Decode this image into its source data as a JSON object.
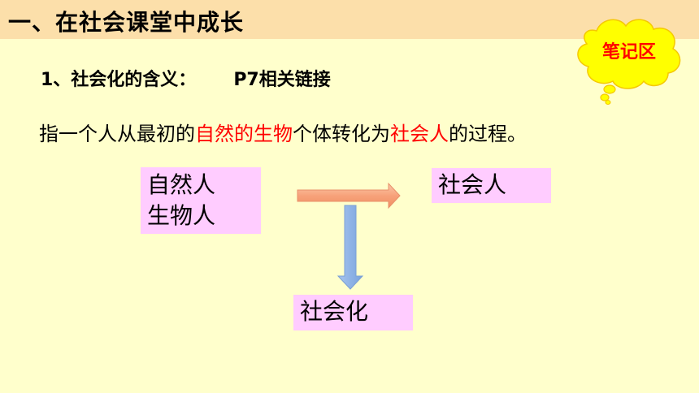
{
  "header": {
    "title": "一、在社会课堂中成长"
  },
  "note_badge": {
    "label": "笔记区",
    "icon": "thought-bubble-icon",
    "fill": "#ffff00",
    "text_color": "#ff0000"
  },
  "subtitle": {
    "heading": "1、社会化的含义：",
    "reference": "P7相关链接"
  },
  "definition": {
    "part1": "指一个人从最初的",
    "highlight1": "自然的生物",
    "part2": "个体转化为",
    "highlight2": "社会人",
    "part3": "的过程。"
  },
  "diagram": {
    "source_line1": "自然人",
    "source_line2": "生物人",
    "target": "社会人",
    "process": "社会化",
    "box_fill": "#ffccff",
    "right_arrow_icon": "arrow-right-icon",
    "down_arrow_icon": "arrow-down-icon"
  },
  "colors": {
    "background": "#ffffcc",
    "header_bar": "#fcdfaa",
    "highlight": "#ff0000"
  }
}
